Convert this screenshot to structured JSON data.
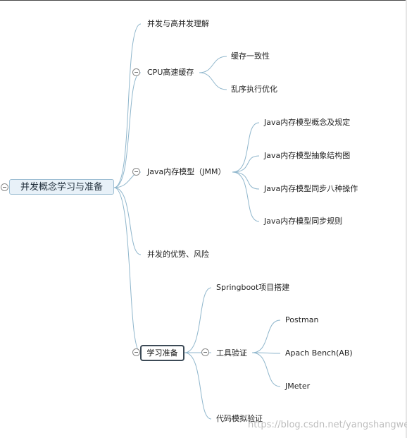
{
  "root": {
    "label": "并发概念学习与准备"
  },
  "topics": [
    {
      "label": "并发与高并发理解"
    },
    {
      "label": "CPU高速缓存",
      "children": [
        {
          "label": "缓存一致性"
        },
        {
          "label": "乱序执行优化"
        }
      ]
    },
    {
      "label": "Java内存模型（JMM）",
      "children": [
        {
          "label": "Java内存模型概念及规定"
        },
        {
          "label": "Java内存模型抽象结构图"
        },
        {
          "label": "Java内存模型同步八种操作"
        },
        {
          "label": "Java内存模型同步规则"
        }
      ]
    },
    {
      "label": "并发的优势、风险"
    },
    {
      "label": "学习准备",
      "children": [
        {
          "label": "Springboot项目搭建"
        },
        {
          "label": "工具验证",
          "children": [
            {
              "label": "Postman"
            },
            {
              "label": "Apach Bench(AB)"
            },
            {
              "label": "JMeter"
            }
          ]
        },
        {
          "label": "代码模拟验证"
        }
      ]
    }
  ],
  "watermark": "https://blog.csdn.net/yangshangwei",
  "colors": {
    "connector": "#8fb6cc",
    "root_fill": "#e8f1f8",
    "selected_border": "#3c4a56"
  }
}
